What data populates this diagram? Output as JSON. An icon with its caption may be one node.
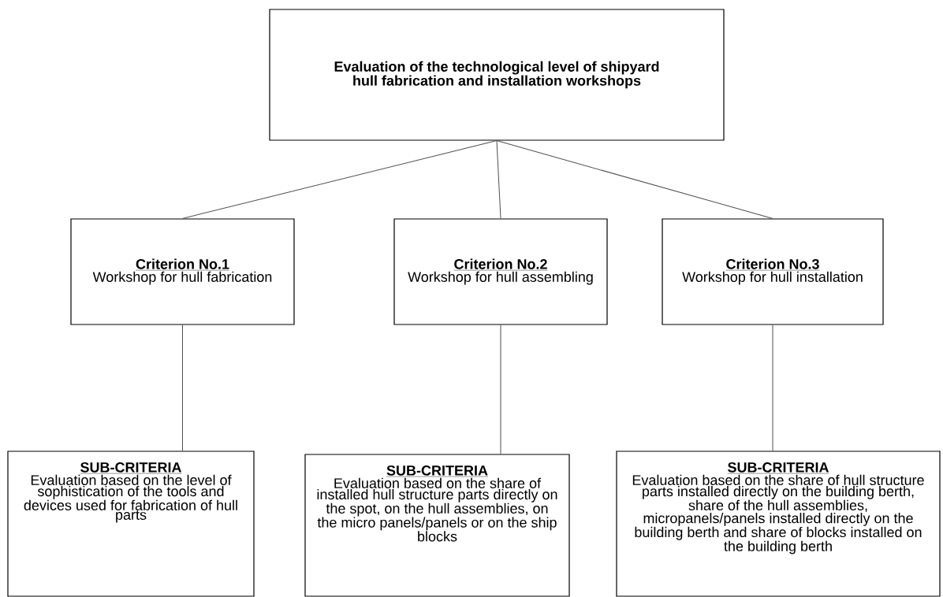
{
  "diagram": {
    "nodes": [
      {
        "text": [
          "Evaluation of the technological level of shipyard hull fabrication and installation workshops"
        ]
      },
      {
        "text": [
          "Criterion No.1",
          "Workshop for hull fabrication"
        ]
      },
      {
        "text": [
          "Criterion No.2",
          "Workshop for hull assembling"
        ]
      },
      {
        "text": [
          "Criterion No.3",
          "Workshop for hull installation"
        ]
      },
      {
        "text": [
          "SUB-CRITERIA",
          "Evaluation based on the level of sophistication of the tools and devices used for fabrication of hull parts"
        ]
      },
      {
        "text": [
          "SUB-CRITERIA",
          "Evaluation based on the share of installed hull structure parts directly on the spot, on the hull assemblies, on the micro panels/panels or on the ship blocks"
        ]
      },
      {
        "text": [
          "SUB-CRITERIA",
          "Evaluation based on the share of hull structure parts installed directly on the building berth, share of the hull assemblies, micropanels/panels installed directly on the building berth and share of blocks installed on the building berth"
        ]
      }
    ],
    "edges": [
      {
        "from": 0,
        "to": 1,
        "arrow": "none"
      },
      {
        "from": 0,
        "to": 2,
        "arrow": "none"
      },
      {
        "from": 0,
        "to": 3,
        "arrow": "none"
      },
      {
        "from": 1,
        "to": 4,
        "arrow": "none"
      },
      {
        "from": 2,
        "to": 5,
        "arrow": "none"
      },
      {
        "from": 3,
        "to": 6,
        "arrow": "none"
      }
    ]
  }
}
